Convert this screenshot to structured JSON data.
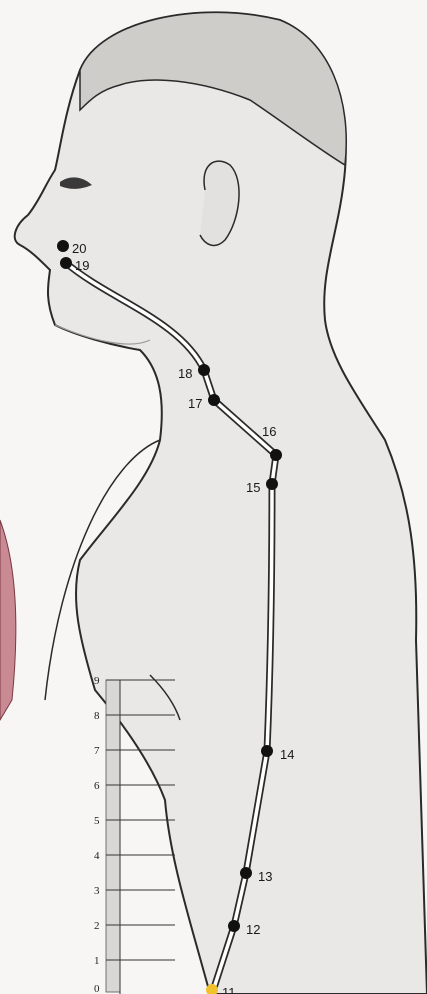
{
  "meridian": {
    "points": [
      {
        "label": "20"
      },
      {
        "label": "19"
      },
      {
        "label": "18"
      },
      {
        "label": "17"
      },
      {
        "label": "16"
      },
      {
        "label": "15"
      },
      {
        "label": "14"
      },
      {
        "label": "13"
      },
      {
        "label": "12"
      },
      {
        "label": "11"
      }
    ]
  },
  "scale": {
    "labels": [
      "9",
      "8",
      "7",
      "6",
      "5",
      "4",
      "3",
      "2",
      "1",
      "0"
    ]
  },
  "colors": {
    "skin": "#e9e8e6",
    "hair": "#cfcdca",
    "outline": "#2a2a2a",
    "point": "#111111",
    "start_point": "#f2c12e",
    "arm": "#c98a94"
  }
}
